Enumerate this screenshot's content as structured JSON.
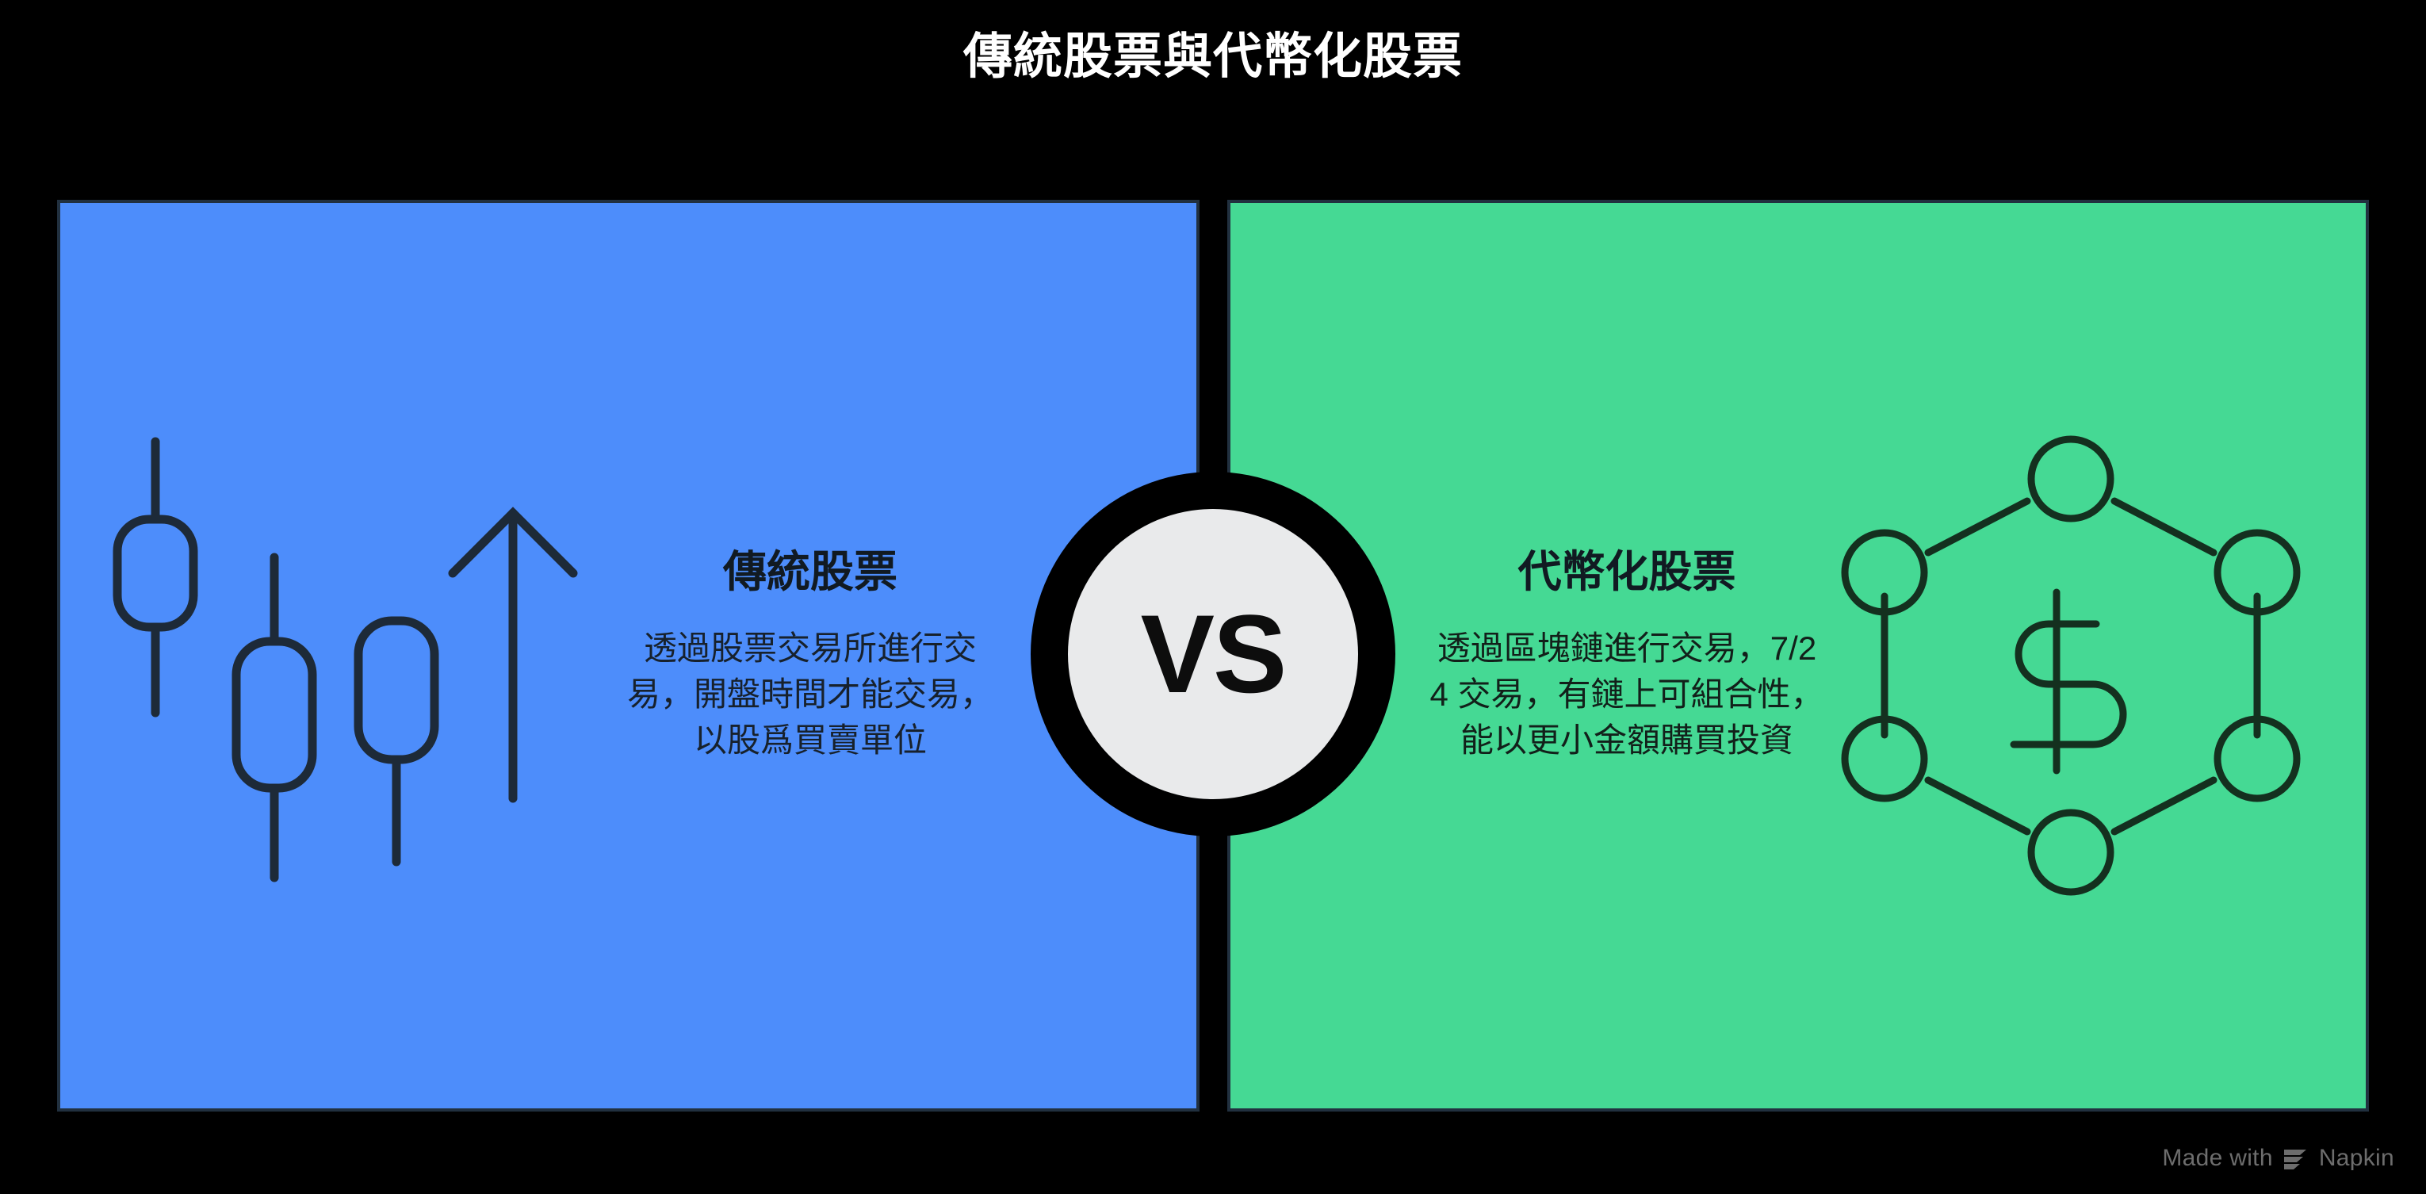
{
  "page": {
    "title": "傳統股票與代幣化股票",
    "background_color": "#000000"
  },
  "panels": {
    "left": {
      "heading": "傳統股票",
      "body": "透過股票交易所進行交易，開盤時間才能交易，以股爲買賣單位",
      "background_color": "#4D8DFB",
      "border_color": "#21303f",
      "icon": "candlestick-chart-icon"
    },
    "right": {
      "heading": "代幣化股票",
      "body": "透過區塊鏈進行交易，7/24 交易，有鏈上可組合性，能以更小金額購買投資",
      "background_color": "#45D994",
      "border_color": "#21303f",
      "icon": "blockchain-hexagon-dollar-icon"
    }
  },
  "vs_badge": {
    "label": "VS",
    "ring_color": "#000000",
    "inner_color": "#e9eaeb",
    "text_color": "#0d0d0d"
  },
  "watermark": {
    "prefix": "Made with",
    "brand": "Napkin",
    "color": "#6d6d6d"
  }
}
